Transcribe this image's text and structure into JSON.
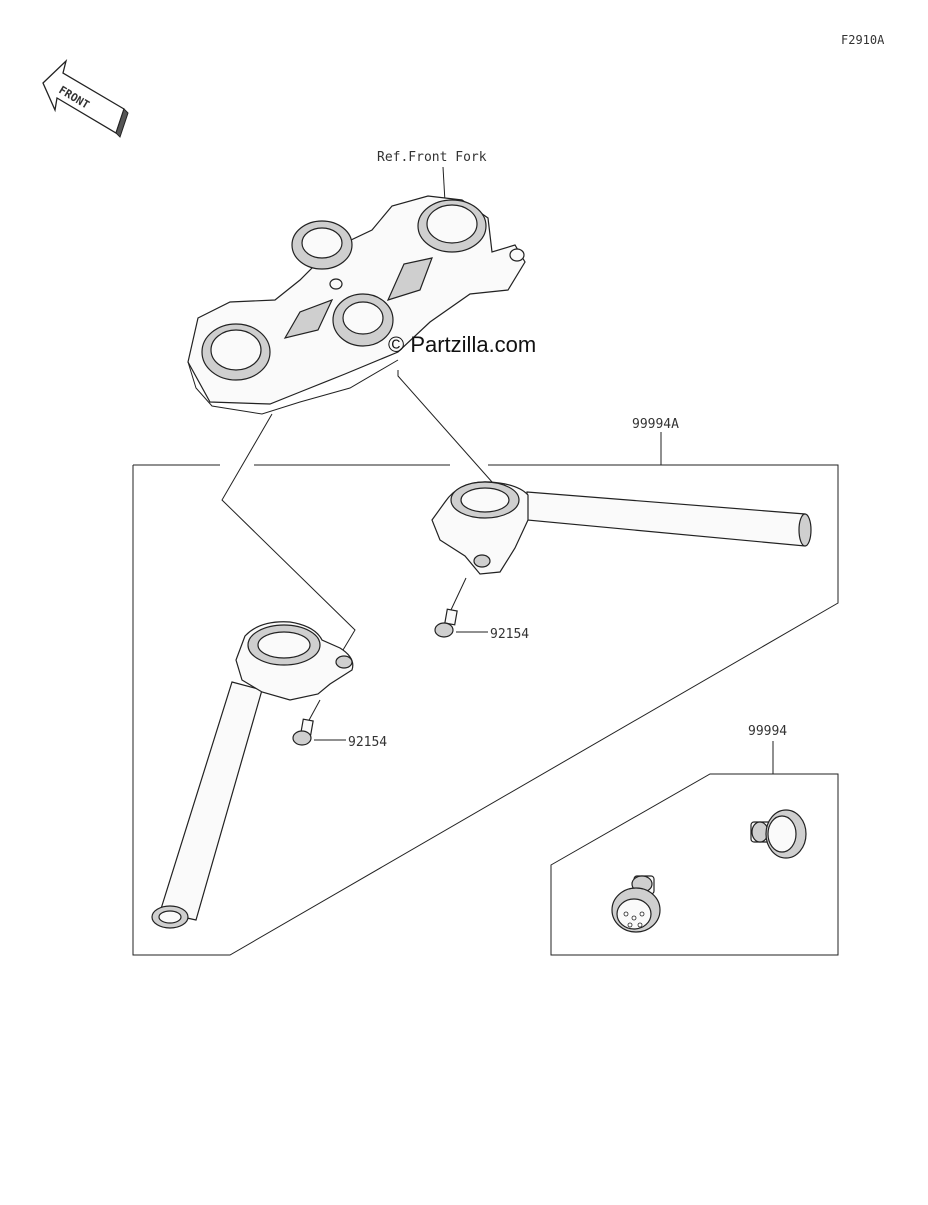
{
  "diagram": {
    "code": "F2910A",
    "front_arrow": "FRONT",
    "ref_label": "Ref.Front Fork",
    "watermark": "© Partzilla.com",
    "callouts": {
      "kit_a": "99994A",
      "bolt_right": "92154",
      "bolt_left": "92154",
      "kit_b": "99994"
    }
  }
}
